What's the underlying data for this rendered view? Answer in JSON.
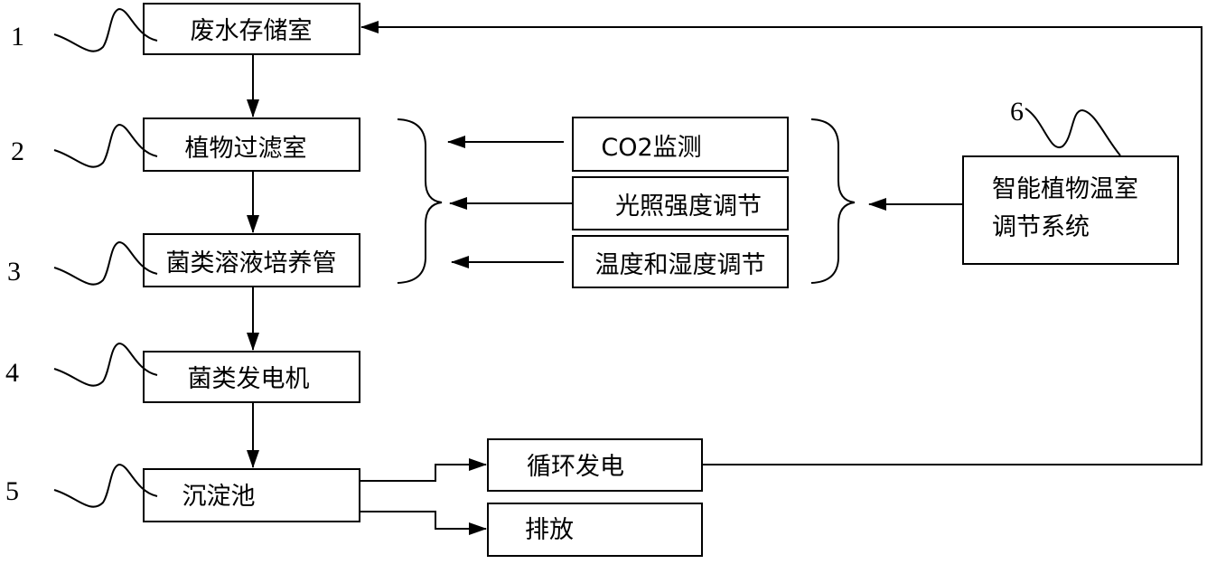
{
  "boxes": {
    "wastewater_storage": "废水存储室",
    "plant_filter": "植物过滤室",
    "fungi_culture": "菌类溶液培养管",
    "fungi_generator": "菌类发电机",
    "sedimentation": "沉淀池",
    "co2": "CO2监测",
    "light": "光照强度调节",
    "temp_humidity": "温度和湿度调节",
    "greenhouse_line1": "智能植物温室",
    "greenhouse_line2": "调节系统",
    "recycle": "循环发电",
    "discharge": "排放"
  },
  "numbers": {
    "n1": "1",
    "n2": "2",
    "n3": "3",
    "n4": "4",
    "n5": "5",
    "n6": "6"
  }
}
